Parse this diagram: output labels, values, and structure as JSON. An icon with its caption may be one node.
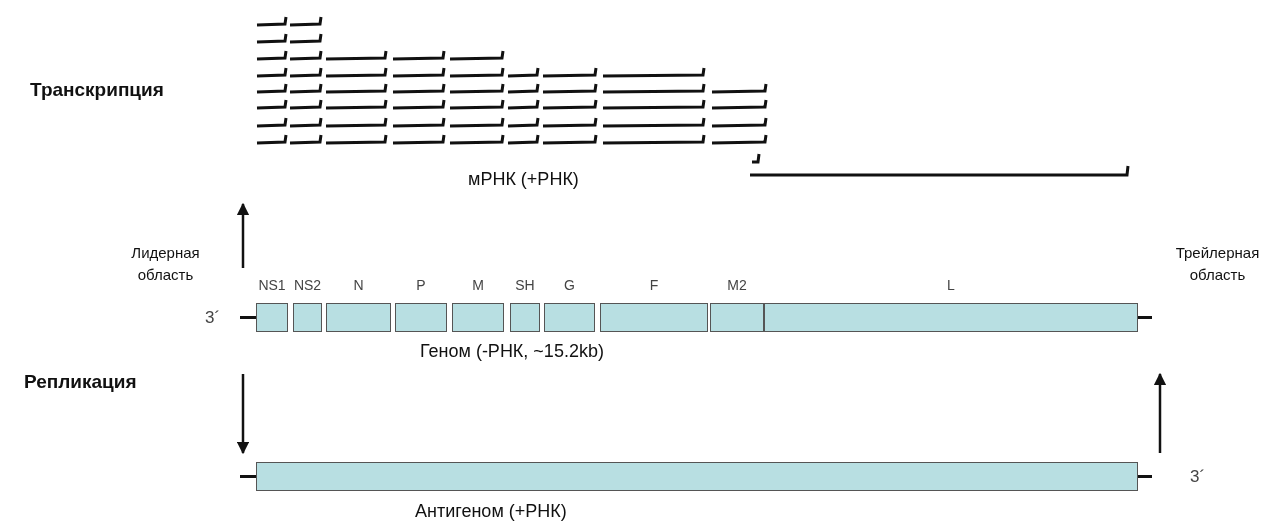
{
  "diagram": {
    "nodes": [
      {
        "text": [
          "мРНК (+РНК)"
        ]
      },
      {
        "text": [
          "Геном (-РНК, ~15.2kb)"
        ],
        "beside": [
          "3´"
        ]
      },
      {
        "text": [
          "NS1"
        ],
        "in": 1
      },
      {
        "text": [
          "NS2"
        ],
        "in": 1
      },
      {
        "text": [
          "N"
        ],
        "in": 1
      },
      {
        "text": [
          "P"
        ],
        "in": 1
      },
      {
        "text": [
          "M"
        ],
        "in": 1
      },
      {
        "text": [
          "SH"
        ],
        "in": 1
      },
      {
        "text": [
          "G"
        ],
        "in": 1
      },
      {
        "text": [
          "F"
        ],
        "in": 1
      },
      {
        "text": [
          "M2"
        ],
        "in": 1
      },
      {
        "text": [
          "L"
        ],
        "in": 1
      },
      {
        "text": [
          "Антигеном (+РНК)"
        ],
        "beside": [
          "3´"
        ]
      }
    ],
    "edges": [
      {
        "from": 1,
        "to": 0,
        "arrow": "to"
      },
      {
        "from": 1,
        "to": 12,
        "arrow": "to"
      },
      {
        "from": 12,
        "to": 1,
        "arrow": "to"
      }
    ],
    "labels": [
      "Транскрипция",
      "Лидерная область",
      "Трейлерная область",
      "Репликация"
    ]
  }
}
